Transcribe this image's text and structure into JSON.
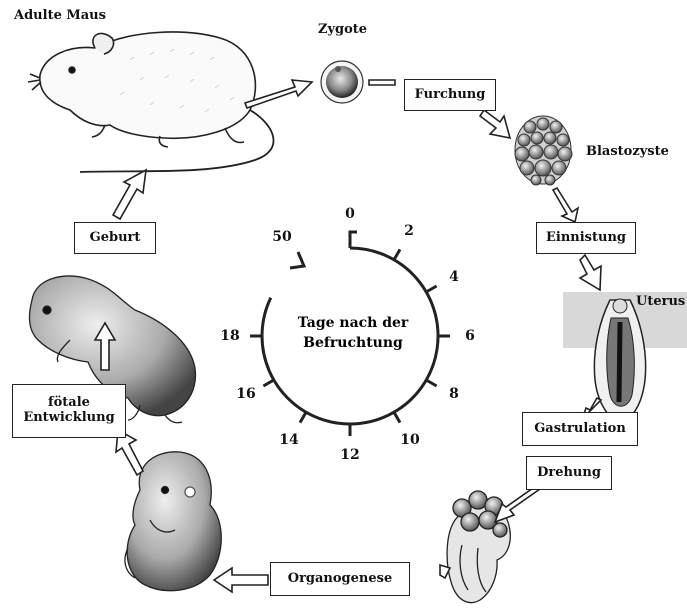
{
  "labels": {
    "adult_mouse": "Adulte Maus",
    "zygote": "Zygote",
    "blastocyst": "Blastozyste",
    "uterus": "Uterus"
  },
  "stages": {
    "cleavage": "Furchung",
    "implantation": "Einnistung",
    "gastrulation": "Gastrulation",
    "turning": "Drehung",
    "organogenesis": "Organogenese",
    "fetal_development": "fötale\nEntwicklung",
    "birth": "Geburt"
  },
  "clock": {
    "center_label": "Tage nach der\nBefruchtung",
    "days": [
      "0",
      "2",
      "4",
      "6",
      "8",
      "10",
      "12",
      "14",
      "16",
      "18",
      "50"
    ]
  }
}
